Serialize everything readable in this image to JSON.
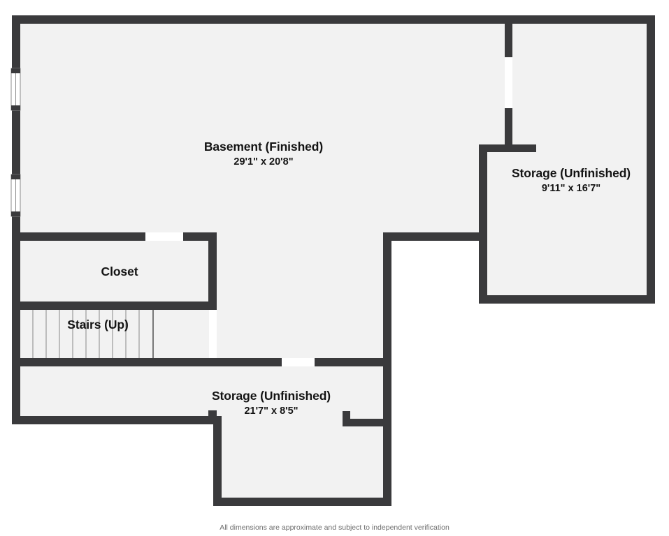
{
  "plan": {
    "type": "floor-plan",
    "level": "Basement",
    "background_color": "#ffffff",
    "wall_color": "#3a3a3c",
    "room_fill_color": "#f2f2f2",
    "door_gap_color": "#ffffff",
    "text_color": "#141414",
    "disclaimer": "All dimensions are approximate and subject to independent verification"
  },
  "rooms": [
    {
      "id": "basement",
      "name": "Basement (Finished)",
      "dimensions": "29'1\" x 20'8\"",
      "finished": true
    },
    {
      "id": "storage-upper",
      "name": "Storage (Unfinished)",
      "dimensions": "9'11\" x 16'7\"",
      "finished": false
    },
    {
      "id": "closet",
      "name": "Closet",
      "dimensions": "",
      "finished": true
    },
    {
      "id": "stairs",
      "name": "Stairs (Up)",
      "dimensions": "",
      "finished": true
    },
    {
      "id": "storage-lower",
      "name": "Storage (Unfinished)",
      "dimensions": "21'7\" x 8'5\"",
      "finished": false
    }
  ],
  "openings": [
    {
      "id": "window-left-upper",
      "type": "window",
      "wall": "left-exterior"
    },
    {
      "id": "window-left-lower",
      "type": "window",
      "wall": "left-exterior"
    },
    {
      "id": "door-storage-upper",
      "type": "doorway",
      "wall": "storage-upper-left"
    },
    {
      "id": "door-closet",
      "type": "doorway",
      "wall": "closet-top"
    },
    {
      "id": "door-stairs-landing",
      "type": "doorway",
      "wall": "stairs-right"
    },
    {
      "id": "door-storage-lower",
      "type": "doorway",
      "wall": "storage-lower-top"
    }
  ]
}
